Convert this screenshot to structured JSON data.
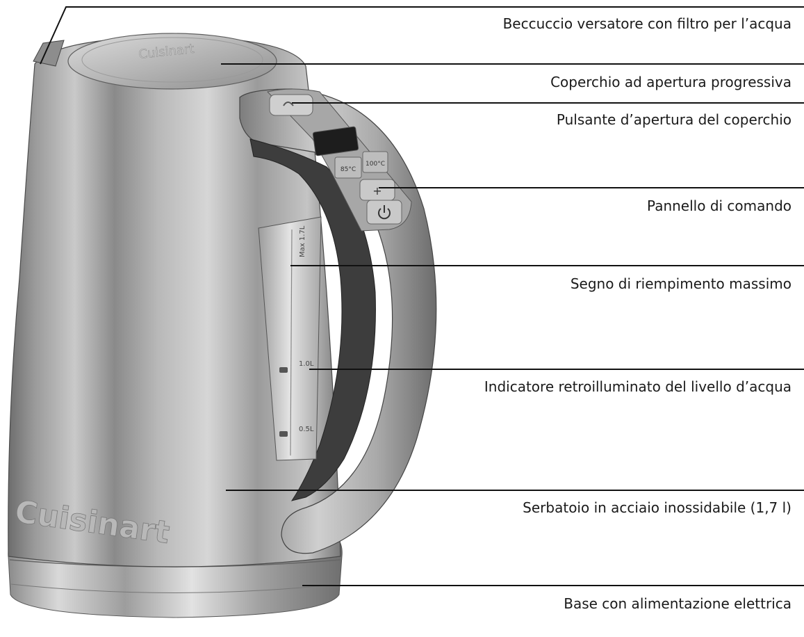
{
  "brand": {
    "lid_logo": "Cuisinart",
    "body_logo": "Cuisinart"
  },
  "control_panel": {
    "preset_85": "85°C",
    "preset_100": "100°C",
    "plus": "+",
    "power_symbol": "power-icon"
  },
  "water_window": {
    "max_mark": "Max 1.7L",
    "mark_1": "1.0L",
    "mark_2": "0.5L"
  },
  "callouts": [
    {
      "id": "spout",
      "text": "Beccuccio versatore con filtro per l’acqua"
    },
    {
      "id": "lid",
      "text": "Coperchio ad apertura progressiva"
    },
    {
      "id": "lid-button",
      "text": "Pulsante d’apertura del coperchio"
    },
    {
      "id": "control-panel",
      "text": "Pannello di comando"
    },
    {
      "id": "max-fill",
      "text": "Segno di riempimento massimo"
    },
    {
      "id": "water-level",
      "text": "Indicatore retroilluminato del livello d’acqua"
    },
    {
      "id": "tank",
      "text": "Serbatoio in acciaio inossidabile (1,7 l)"
    },
    {
      "id": "base",
      "text": "Base con alimentazione elettrica"
    }
  ]
}
